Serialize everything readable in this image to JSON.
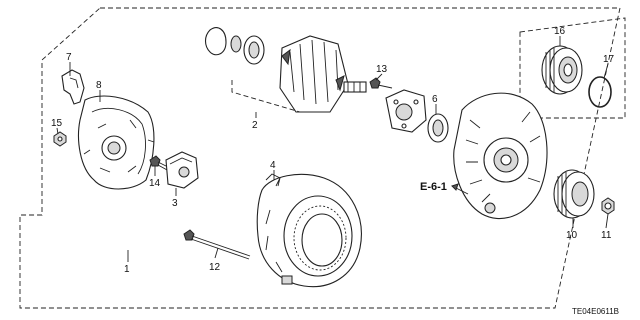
{
  "diagram": {
    "reference_code": "TE04E0611B",
    "section_reference": "E-6-1",
    "parts": [
      {
        "number": "1"
      },
      {
        "number": "2"
      },
      {
        "number": "3"
      },
      {
        "number": "4"
      },
      {
        "number": "6"
      },
      {
        "number": "7"
      },
      {
        "number": "8"
      },
      {
        "number": "10"
      },
      {
        "number": "11"
      },
      {
        "number": "12"
      },
      {
        "number": "13"
      },
      {
        "number": "14"
      },
      {
        "number": "15"
      },
      {
        "number": "16"
      },
      {
        "number": "17"
      }
    ]
  }
}
